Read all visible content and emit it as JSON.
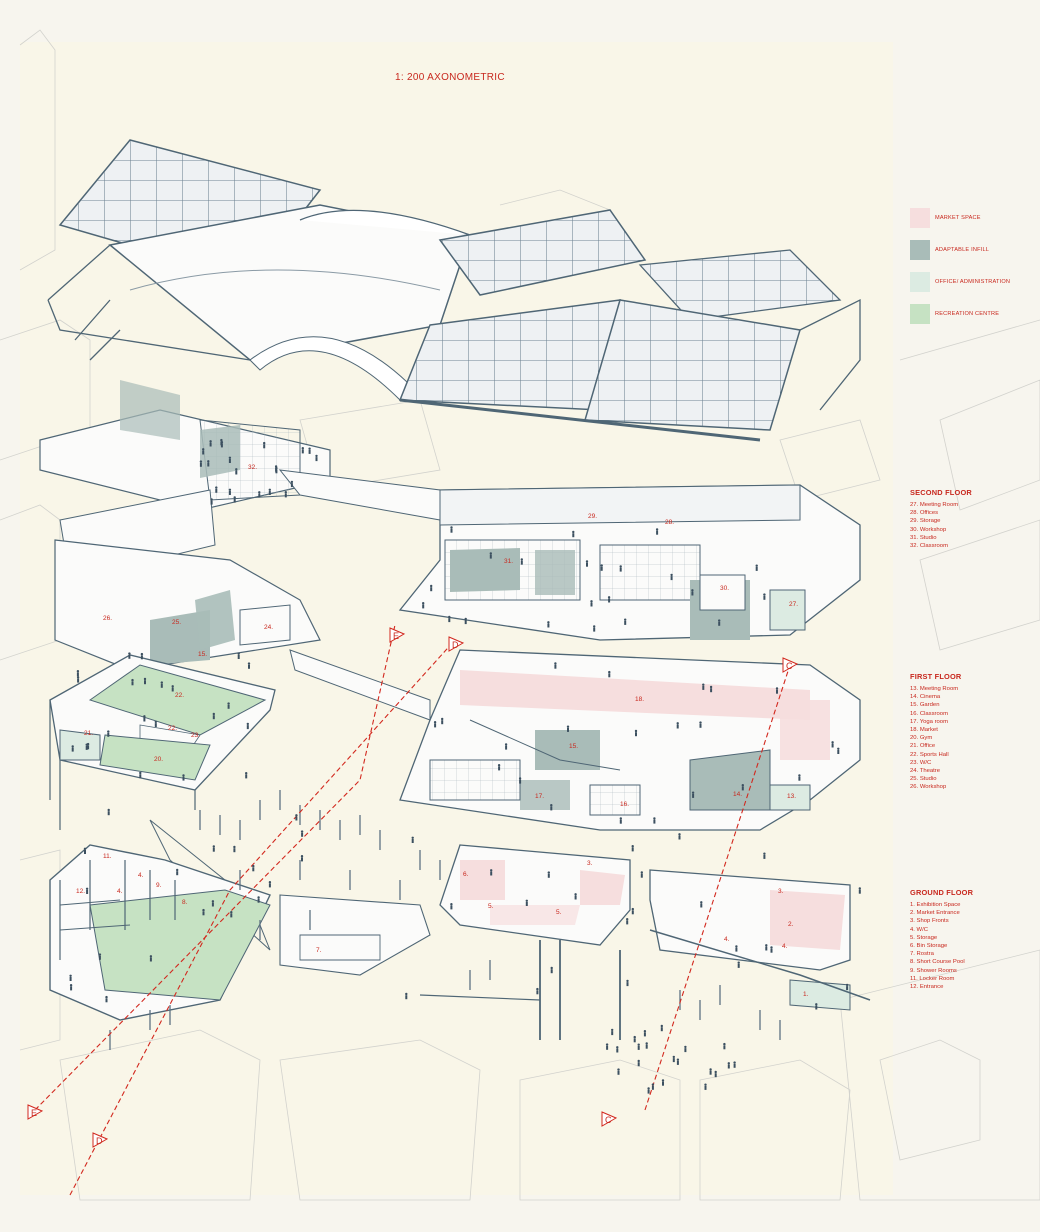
{
  "title": "1: 200 AXONOMETRIC",
  "legend": [
    {
      "label": "MARKET SPACE",
      "color": "#f6dede"
    },
    {
      "label": "ADAPTABLE INFILL",
      "color": "#a9bcb8"
    },
    {
      "label": "OFFICE/ ADMINISTRATION",
      "color": "#dcebe2"
    },
    {
      "label": "RECREATION CENTRE",
      "color": "#c6e2c3"
    }
  ],
  "floors": [
    {
      "heading": "SECOND FLOOR",
      "items": [
        "27. Meeting Room",
        "28. Offices",
        "29. Storage",
        "30. Workshop",
        "31. Studio",
        "32. Classroom"
      ]
    },
    {
      "heading": "FIRST FLOOR",
      "items": [
        "13. Meeting Room",
        "14. Cinema",
        "15. Garden",
        "16. Classroom",
        "17. Yoga room",
        "18. Market",
        "20. Gym",
        "21. Office",
        "22. Sports Hall",
        "23. W/C",
        "24. Theatre",
        "25. Studio",
        "26. Workshop"
      ]
    },
    {
      "heading": "GROUND FLOOR",
      "items": [
        "1. Exhibition Space",
        "2. Market Entrance",
        "3. Shop Fronts",
        "4. W/C",
        "5. Storage",
        "6. Bin Storage",
        "7. Rostra",
        "8. Short Course Pool",
        "9. Shower Rooms",
        "11. Locker Room",
        "12. Entrance"
      ]
    }
  ],
  "room_labels": [
    "32.",
    "29.",
    "28.",
    "31.",
    "30.",
    "27.",
    "26.",
    "25.",
    "24.",
    "15.",
    "22.",
    "21.",
    "22.",
    "23.",
    "20.",
    "18.",
    "15.",
    "17.",
    "16.",
    "14.",
    "13.",
    "11.",
    "12.",
    "4.",
    "4.",
    "9.",
    "8.",
    "7.",
    "6.",
    "3.",
    "5.",
    "5.",
    "3.",
    "2.",
    "4.",
    "4.",
    "1."
  ],
  "section_markers": [
    "E",
    "D",
    "C",
    "E",
    "D",
    "C"
  ]
}
